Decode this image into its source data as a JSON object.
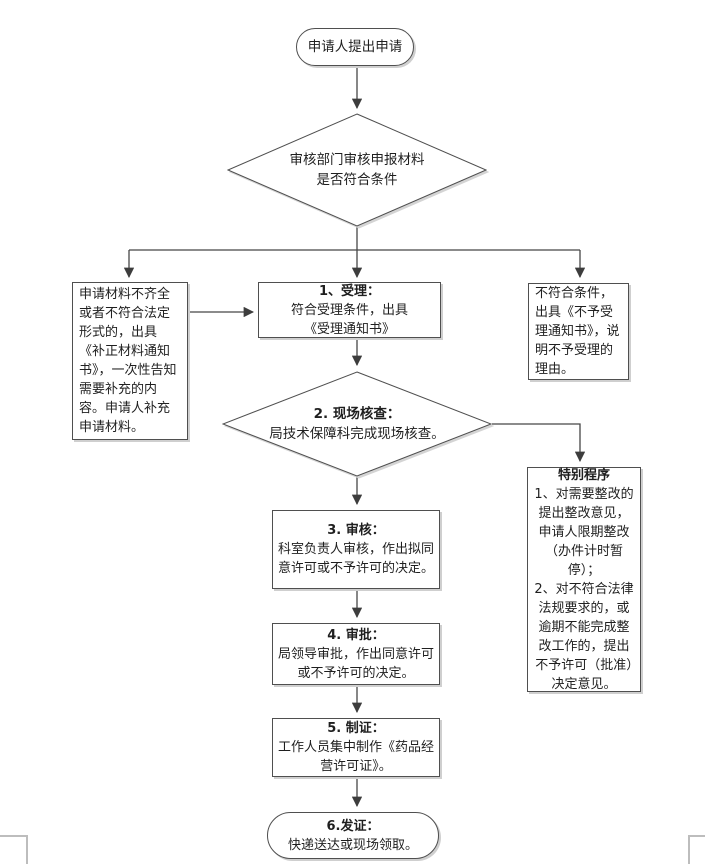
{
  "flowchart": {
    "nodes": {
      "start": {
        "label": "申请人提出申请"
      },
      "decision1": {
        "line1": "审核部门审核申报材料",
        "line2": "是否符合条件"
      },
      "supplement": {
        "text": "申请材料不齐全或者不符合法定形式的，出具《补正材料通知书》，一次性告知需要补充的内容。申请人补充申请材料。"
      },
      "accept": {
        "title": "1、受理：",
        "body": "符合受理条件，出具\n《受理通知书》"
      },
      "reject": {
        "text": "不符合条件，出具《不予受理通知书》，说明不予受理的理由。"
      },
      "decision2": {
        "title": "2. 现场核查：",
        "body": "局技术保障科完成现场核查。"
      },
      "special": {
        "title": "特别程序",
        "body": "1、对需要整改的提出整改意见，申请人限期整改（办件计时暂停）；\n2、对不符合法律法规要求的，或逾期不能完成整改工作的，提出不予许可（批准）决定意见。"
      },
      "review": {
        "title": "3. 审核：",
        "body": "科室负责人审核，作出拟同意许可或不予许可的决定。"
      },
      "approve": {
        "title": "4. 审批：",
        "body": "局领导审批，作出同意许可或不予许可的决定。"
      },
      "certify": {
        "title": "5. 制证：",
        "body": "工作人员集中制作《药品经营许可证》。"
      },
      "issue": {
        "title": "6.发证：",
        "body": "快递送达或现场领取。"
      }
    },
    "colors": {
      "line": "#464646",
      "arrow": "#3d3d3d",
      "border": "#4f4f4f",
      "shadow": "#cfcfcf",
      "margin_mark": "#bdbdbd",
      "text": "#1f1f1f",
      "background": "#ffffff"
    }
  }
}
